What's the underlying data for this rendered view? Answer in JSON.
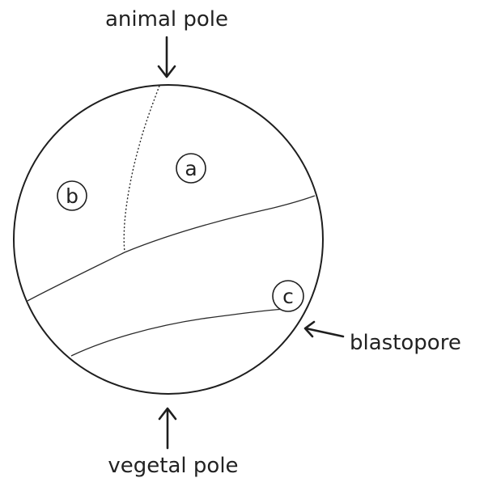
{
  "labels": {
    "top": "animal pole",
    "bottom": "vegetal pole",
    "right": "blastopore"
  },
  "regions": {
    "a": "a",
    "b": "b",
    "c": "c"
  },
  "colors": {
    "ink": "#1e1e1e",
    "background": "#ffffff"
  }
}
